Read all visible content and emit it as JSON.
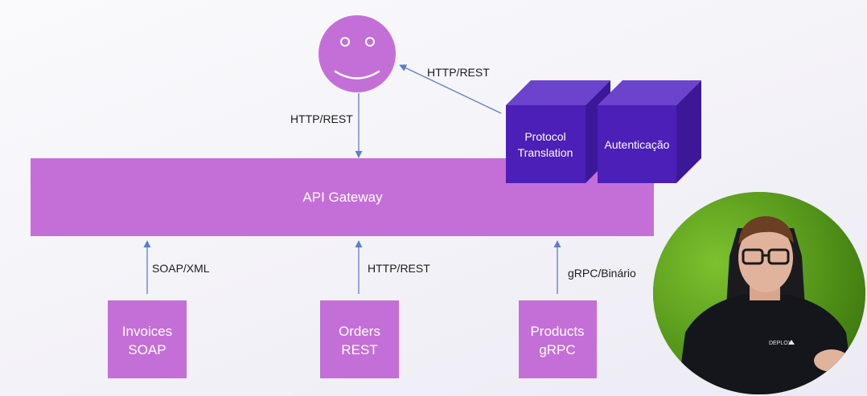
{
  "diagram": {
    "user_arrow_label": "HTTP/REST",
    "return_arrow_label": "HTTP/REST",
    "gateway_label": "API Gateway",
    "protocol_translation_line1": "Protocol",
    "protocol_translation_line2": "Translation",
    "authentication_label": "Autenticação",
    "services": [
      {
        "line1": "Invoices",
        "line2": "SOAP",
        "arrow_label": "SOAP/XML"
      },
      {
        "line1": "Orders",
        "line2": "REST",
        "arrow_label": "HTTP/REST"
      },
      {
        "line1": "Products",
        "line2": "gRPC",
        "arrow_label": "gRPC/Binário"
      }
    ]
  },
  "webcam": {
    "shirt_logo": "DEPLOY"
  },
  "colors": {
    "gateway": "#c46fd8",
    "service_box": "#c46fd8",
    "smiley": "#c46fd8",
    "cube_front": "#4b1fb8",
    "cube_top": "#6b43cd",
    "cube_side": "#3c1898",
    "arrow": "#5b7fc4",
    "webcam_bg": "#5ea31c"
  },
  "icons": [
    "smiley-face-icon",
    "protocol-translation-cube",
    "authentication-cube"
  ]
}
